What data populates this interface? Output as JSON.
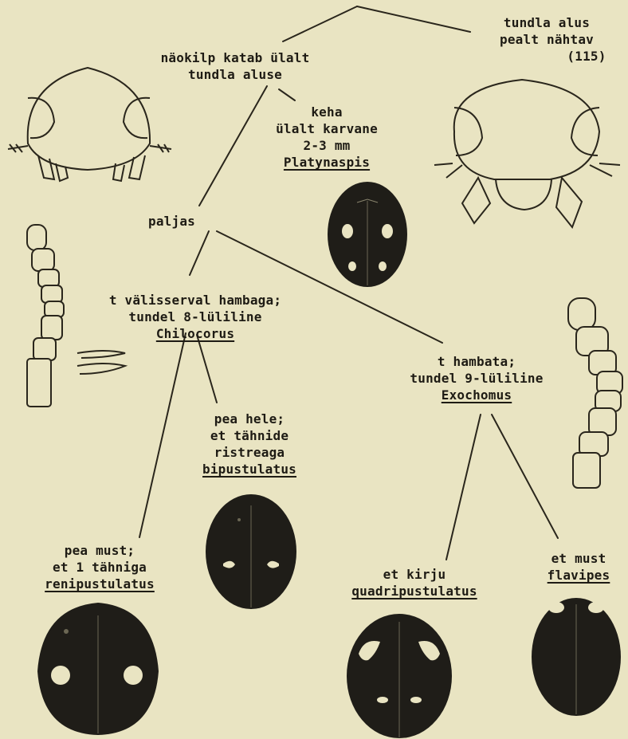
{
  "top_right": {
    "l1": "tundla alus",
    "l2": "pealt nähtav",
    "l3": "(115)"
  },
  "top_left": {
    "l1": "näokilp katab ülalt",
    "l2": "tundla aluse"
  },
  "platynaspis": {
    "l1": "keha",
    "l2": "ülalt karvane",
    "l3": "2-3 mm",
    "name": "Platynaspis"
  },
  "paljas": "paljas",
  "chilocorus": {
    "l1": "t välisserval hambaga;",
    "l2": "tundel 8-lüliline",
    "name": "Chilocorus"
  },
  "exochomus": {
    "l1": "t hambata;",
    "l2": "tundel 9-lüliline",
    "name": "Exochomus"
  },
  "bipustulatus": {
    "l1": "pea hele;",
    "l2": "et tähnide",
    "l3": "ristreaga",
    "name": "bipustulatus"
  },
  "renipustulatus": {
    "l1": "pea must;",
    "l2": "et 1 tähniga",
    "name": "renipustulatus"
  },
  "quadripustulatus": {
    "l1": "et kirju",
    "name": "quadripustulatus"
  },
  "flavipes": {
    "l1": "et must",
    "name": "flavipes"
  }
}
